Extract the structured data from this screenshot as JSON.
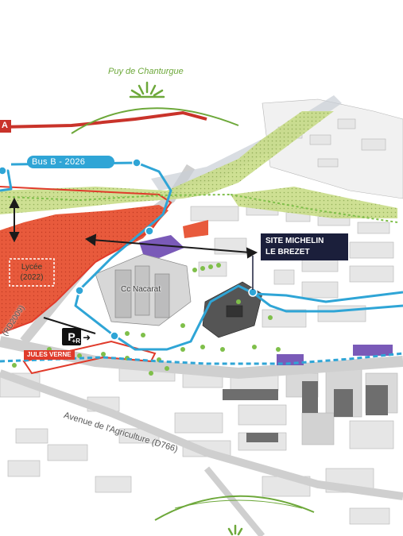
{
  "hill": {
    "name": "Puy de Chanturgue",
    "icon": "sun-rays-icon",
    "color": "#6da83a"
  },
  "road_a": {
    "label": "A",
    "color": "#c9332a"
  },
  "bus": {
    "label": "Bus B - 2026",
    "color": "#2fa5d6"
  },
  "lycee": {
    "label": "Lycée (2022)"
  },
  "mall": {
    "label": "Cc Nacarat"
  },
  "site": {
    "line1": "SITE MICHELIN",
    "line2": "LE BREZET",
    "color": "#1b1f3b"
  },
  "park_ride": {
    "icon": "park-and-ride-icon",
    "letter": "P",
    "suffix": "+R"
  },
  "station": {
    "label": "JULES VERNE",
    "color": "#e03b2b"
  },
  "roads": {
    "avenue": "Avenue de l'Agriculture (D766)",
    "rd": "(RD2009)"
  },
  "colors": {
    "green_zone": "#c8dc87",
    "red_zone": "#e85a3c",
    "purple_zone": "#7a5ab8",
    "tram": "#2fa5d6"
  }
}
